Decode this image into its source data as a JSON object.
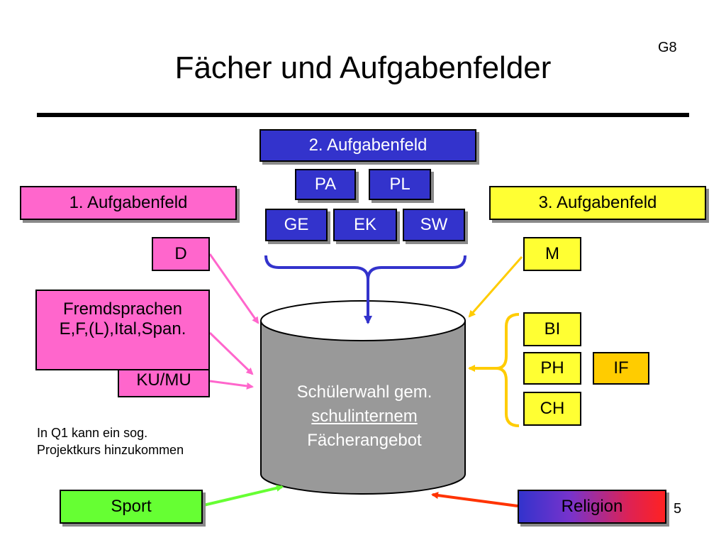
{
  "title": "Fächer und Aufgabenfelder",
  "corner_label": "G8",
  "slide_number": "5",
  "field2": {
    "label": "2. Aufgabenfeld",
    "subjects_row1": [
      "PA",
      "PL"
    ],
    "subjects_row2": [
      "GE",
      "EK",
      "SW"
    ]
  },
  "field1": {
    "label": "1. Aufgabenfeld",
    "subjects": [
      "D",
      "KU/MU"
    ],
    "fremdsprachen": [
      "Fremdsprachen",
      "E,F,(L),Ital,Span."
    ]
  },
  "field3": {
    "label": "3. Aufgabenfeld",
    "subjects": [
      "M",
      "BI",
      "PH",
      "CH"
    ],
    "extra": "IF"
  },
  "sport": "Sport",
  "religion": "Religion",
  "cylinder": {
    "line1": "Schülerwahl gem.",
    "line2": "schulinternem",
    "line3": "Fächerangebot"
  },
  "note": {
    "line1": "In Q1 kann ein sog.",
    "line2": "Projektkurs hinzukommen"
  },
  "colors": {
    "field2": "#3333cc",
    "field1": "#ff66cc",
    "field3": "#ffff33",
    "informatik": "#ffcc00",
    "sport": "#66ff33",
    "cylinder": "#999999"
  }
}
